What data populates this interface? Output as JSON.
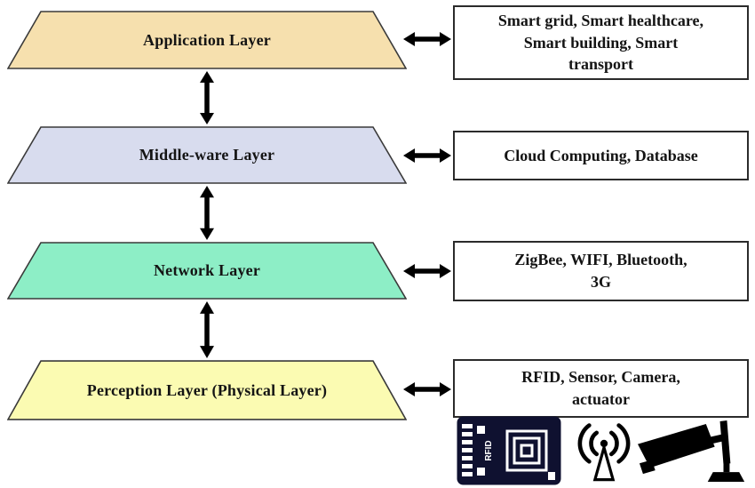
{
  "diagram": {
    "layers": [
      {
        "label": "Application Layer",
        "fill": "#f6e0ae",
        "items": "Smart grid, Smart healthcare,\nSmart building, Smart\ntransport"
      },
      {
        "label": "Middle-ware Layer",
        "fill": "#d8dcee",
        "items": "Cloud Computing, Database"
      },
      {
        "label": "Network Layer",
        "fill": "#8deec6",
        "items": "ZigBee, WIFI, Bluetooth,\n3G"
      },
      {
        "label": "Perception Layer (Physical Layer)",
        "fill": "#fbfbb2",
        "items": "RFID, Sensor, Camera,\nactuator"
      }
    ],
    "icons": {
      "rfid_label": "RFID",
      "names": [
        "rfid-chip-icon",
        "wifi-signal-icon",
        "cctv-camera-icon"
      ]
    },
    "colors": {
      "arrow": "#000000",
      "shape_border": "#3a3a3a",
      "box_border": "#2b2b2b",
      "text": "#141414",
      "chip": "#0f1130"
    }
  }
}
